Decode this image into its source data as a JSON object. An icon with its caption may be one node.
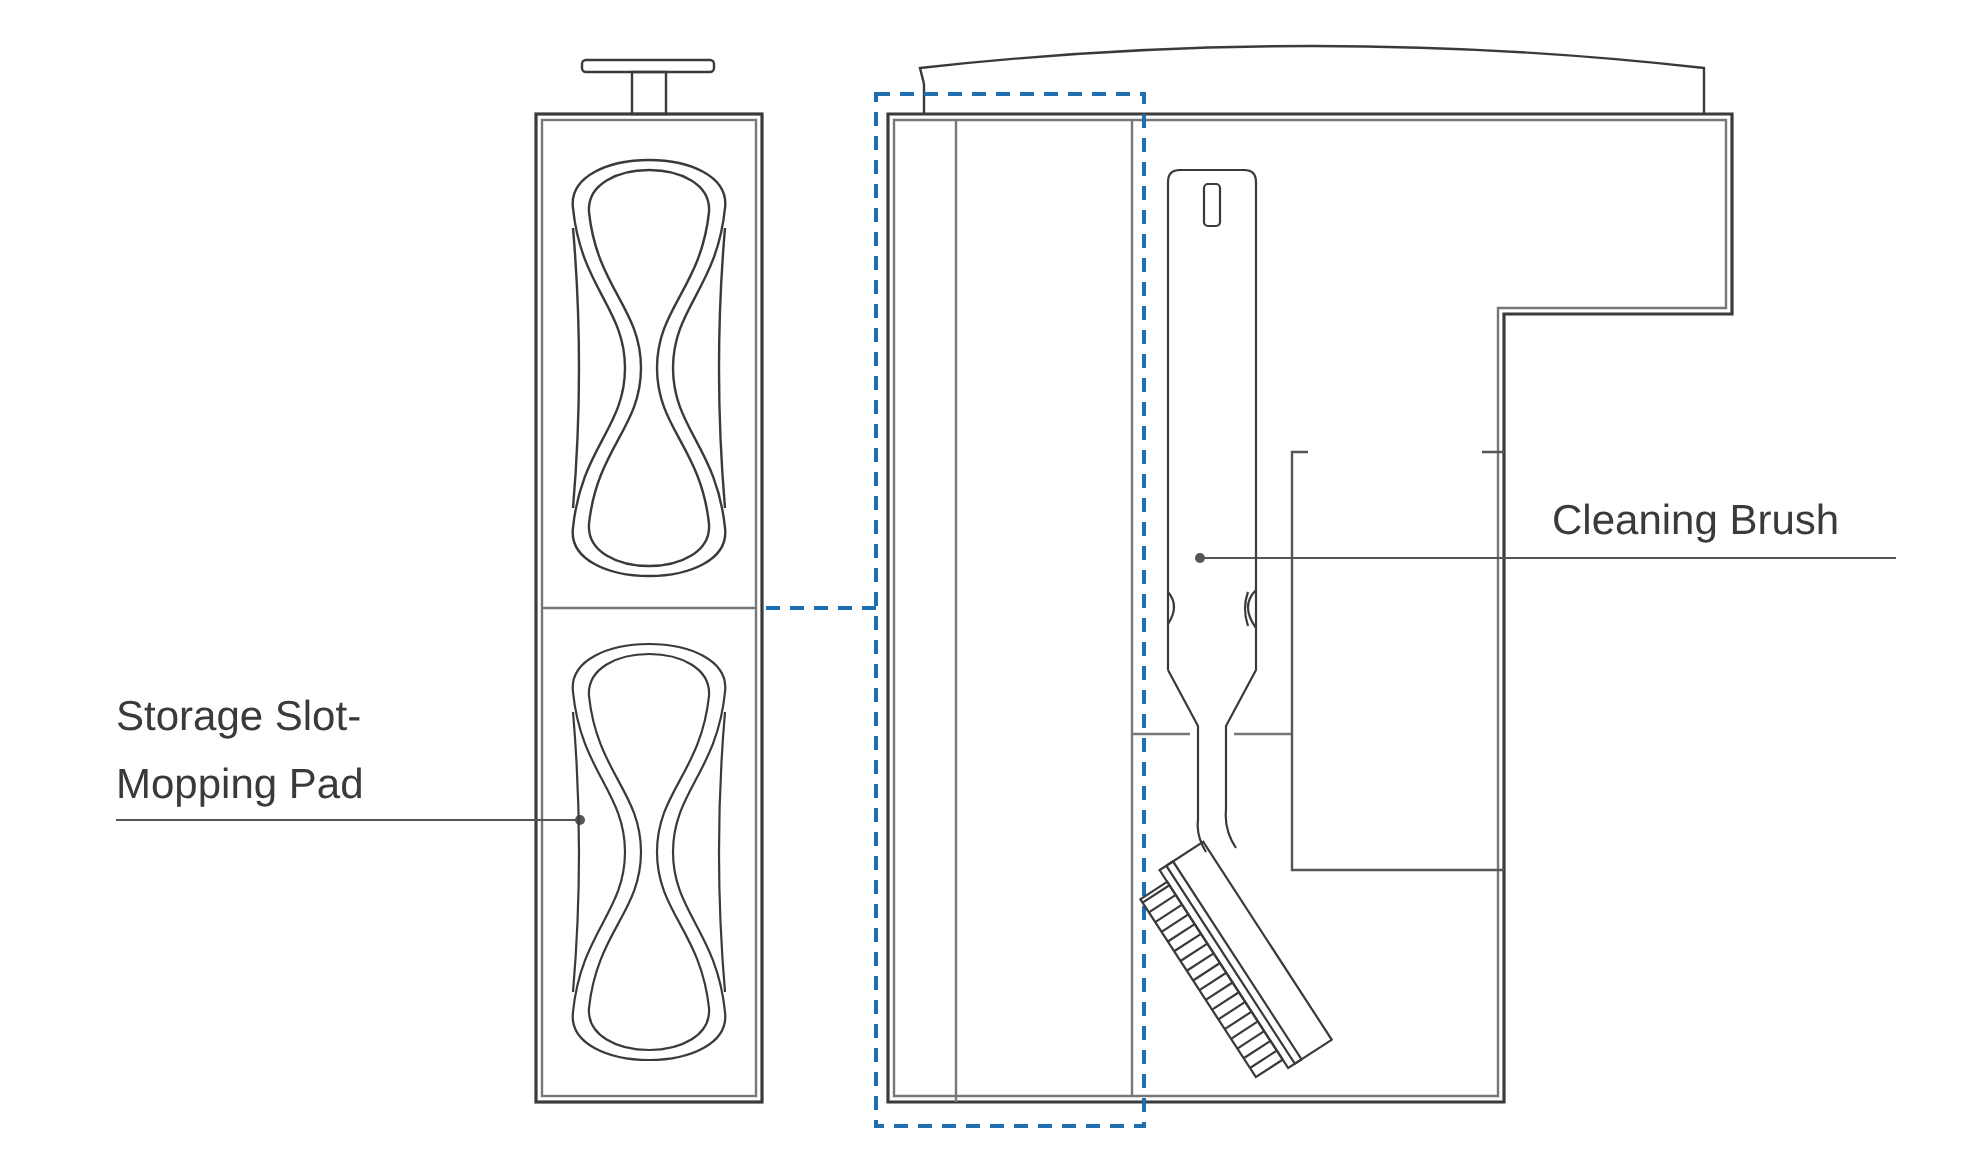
{
  "diagram": {
    "nodes": [
      {
        "text": [
          "Storage Slot- Mopping Pad"
        ]
      },
      {
        "text": [],
        "shape": "picture"
      },
      {
        "text": [
          "Cleaning Brush"
        ]
      },
      {
        "text": [],
        "shape": "picture"
      }
    ],
    "edges": [
      {
        "from": 0,
        "to": 1,
        "arrow": "other"
      },
      {
        "from": 2,
        "to": 3,
        "arrow": "other"
      }
    ]
  }
}
